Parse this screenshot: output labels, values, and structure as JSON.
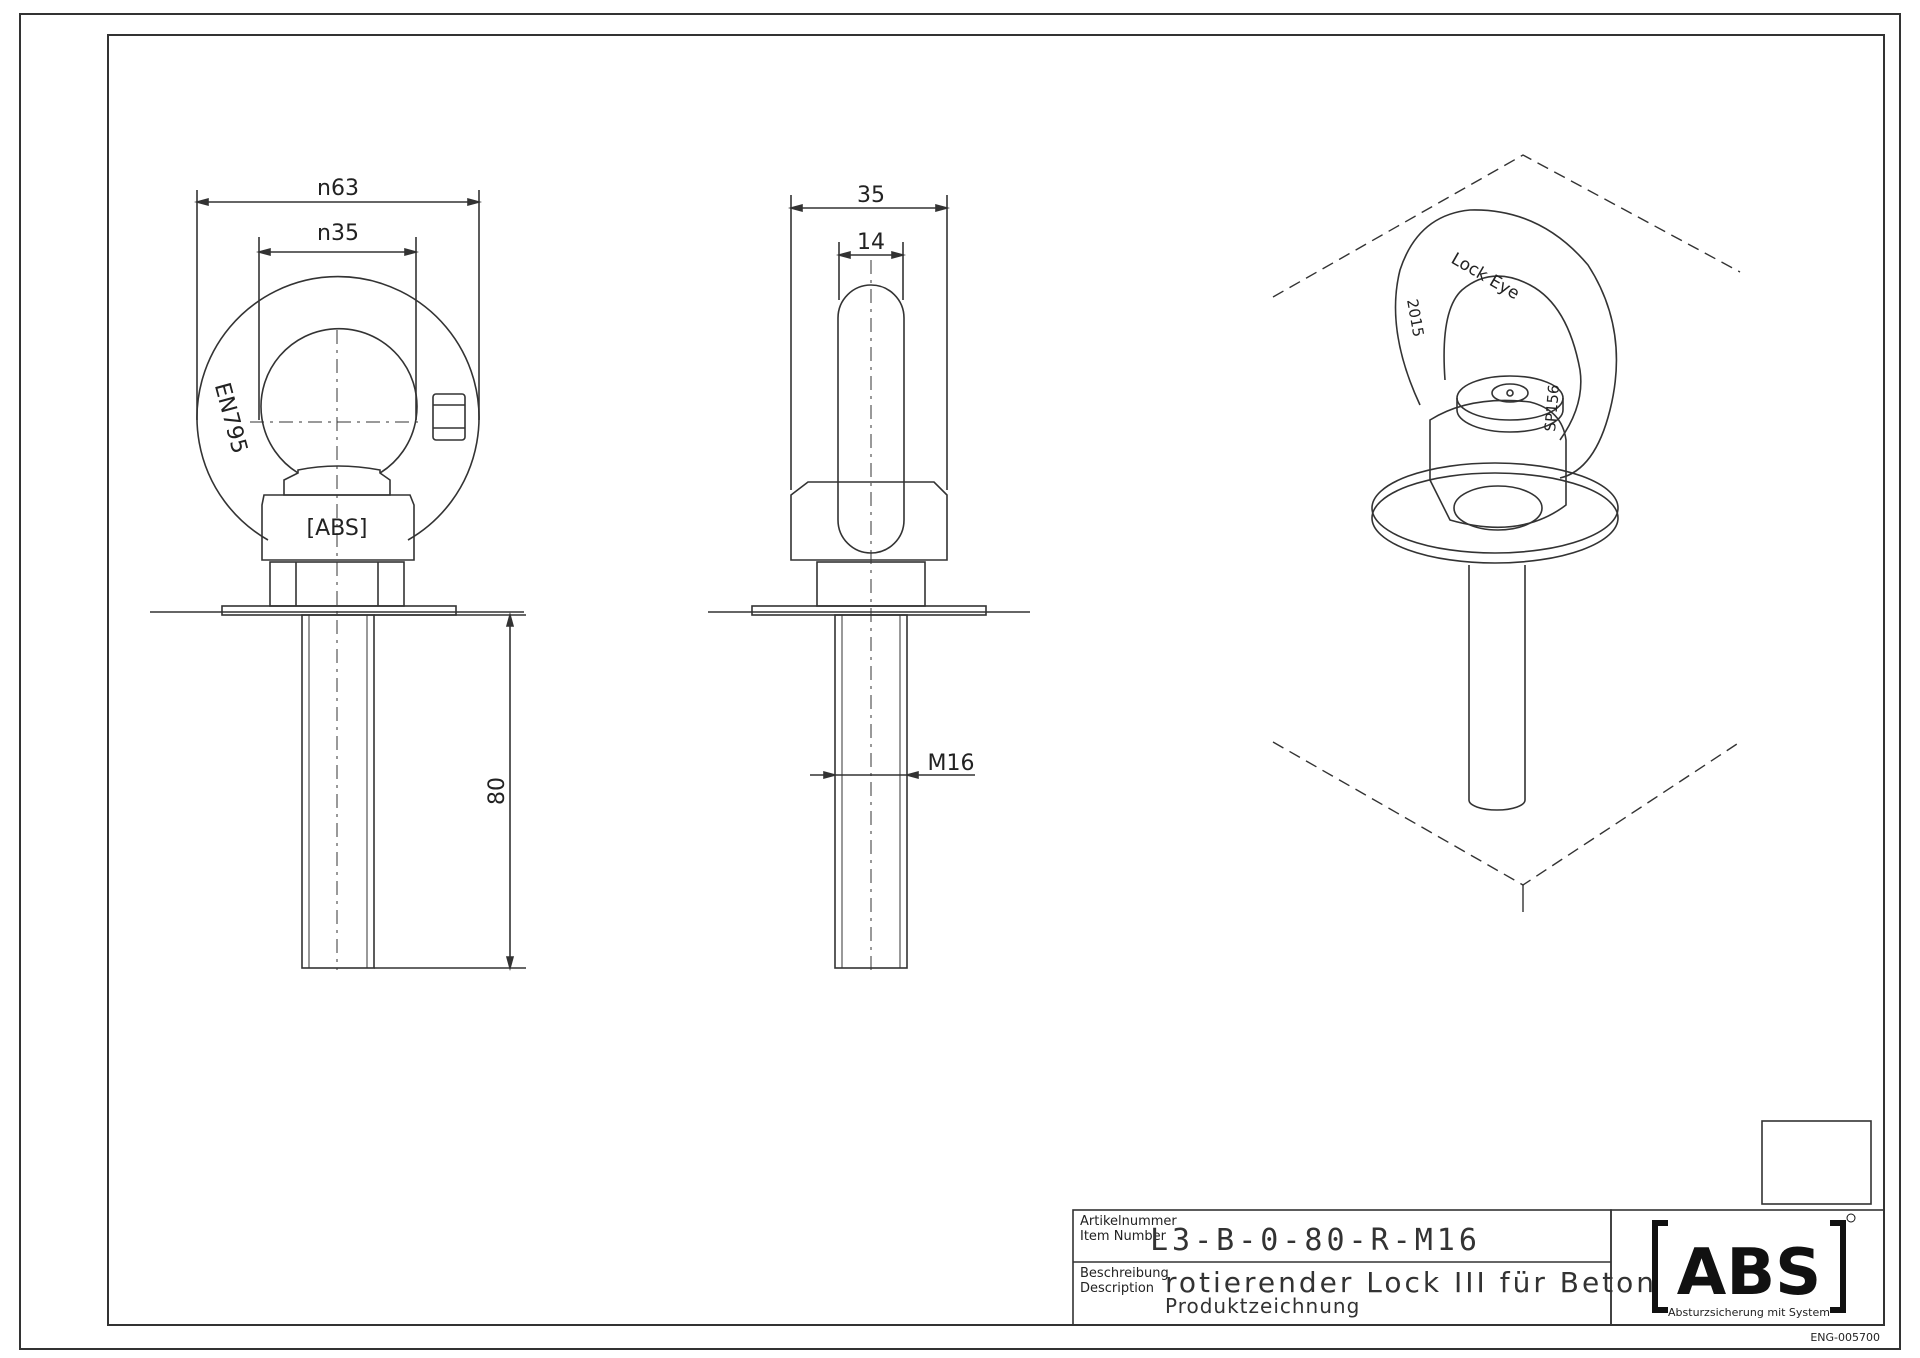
{
  "views": {
    "front": {
      "dim_outer": "n63",
      "dim_inner": "n35",
      "dim_length": "80",
      "ring_mark": "EN795",
      "base_mark": "[ABS]"
    },
    "side": {
      "dim_width": "35",
      "dim_thickness": "14",
      "dim_thread": "M16"
    },
    "iso": {
      "ring_text_top": "Lock Eye",
      "ring_text_left": "2015",
      "ring_text_right": "SP156"
    }
  },
  "title_block": {
    "item_label_de": "Artikelnummer",
    "item_label_en": "Item Number",
    "item_number": "L3-B-0-80-R-M16",
    "desc_label_de": "Beschreibung",
    "desc_label_en": "Description",
    "description": "rotierender Lock III für Beton",
    "subtitle": "Produktzeichnung",
    "logo": "ABS",
    "logo_tagline": "Absturzsicherung mit System",
    "drawing_code": "ENG-005700"
  }
}
